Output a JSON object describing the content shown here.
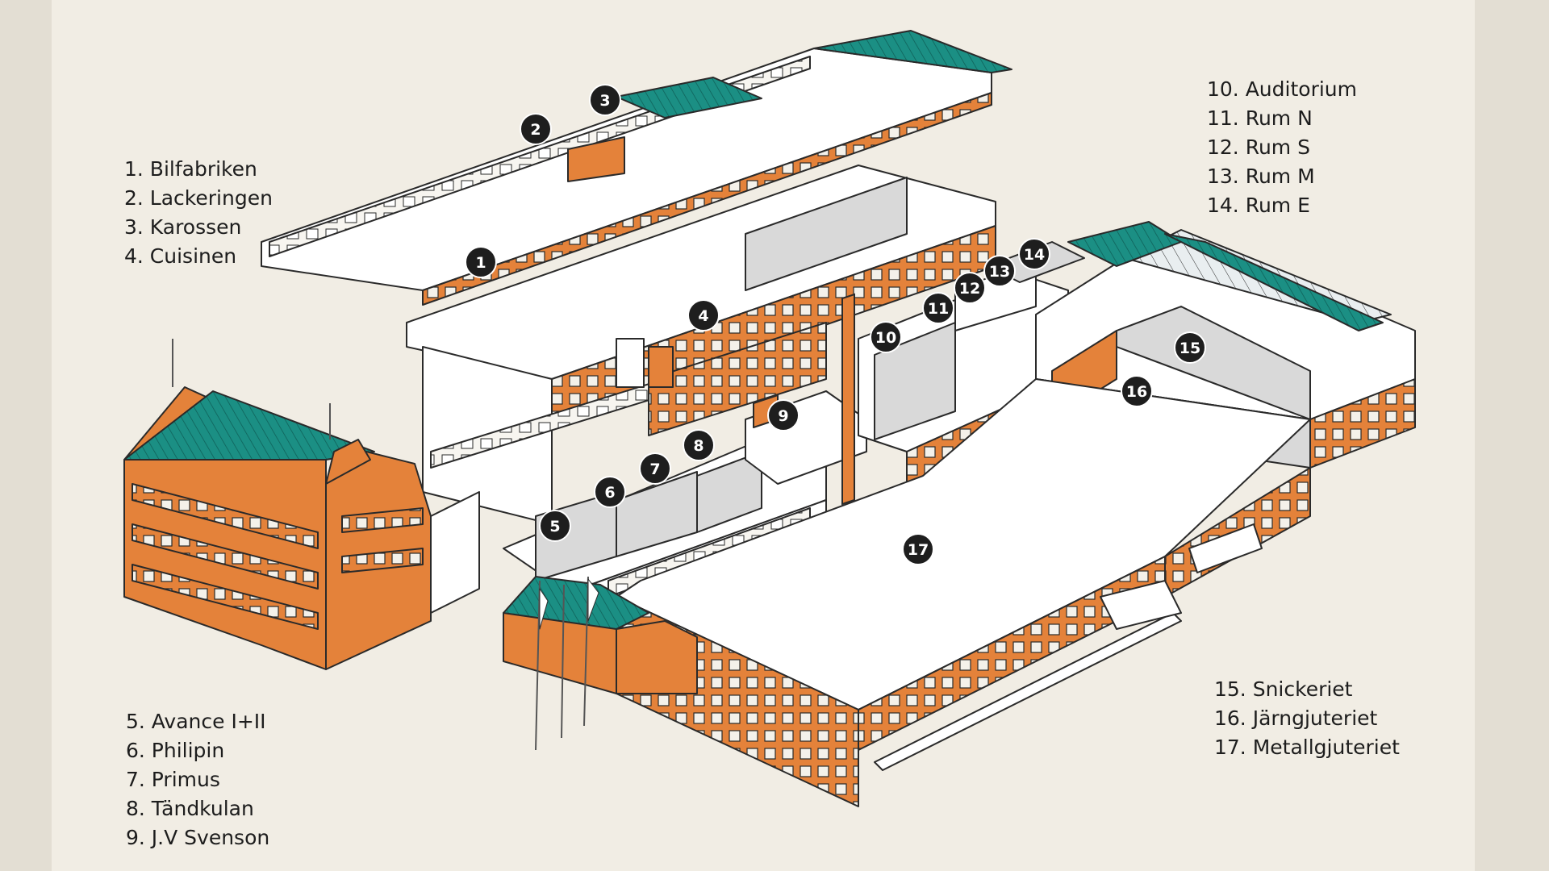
{
  "legend_top_left": [
    {
      "num": "1",
      "label": "1. Bilfabriken"
    },
    {
      "num": "2",
      "label": "2. Lackeringen"
    },
    {
      "num": "3",
      "label": "3. Karossen"
    },
    {
      "num": "4",
      "label": "4. Cuisinen"
    }
  ],
  "legend_top_right": [
    {
      "num": "10",
      "label": "10. Auditorium"
    },
    {
      "num": "11",
      "label": "11. Rum N"
    },
    {
      "num": "12",
      "label": "12. Rum S"
    },
    {
      "num": "13",
      "label": "13. Rum M"
    },
    {
      "num": "14",
      "label": "14. Rum E"
    }
  ],
  "legend_bottom_left": [
    {
      "num": "5",
      "label": "5. Avance I+II"
    },
    {
      "num": "6",
      "label": "6. Philipin"
    },
    {
      "num": "7",
      "label": "7. Primus"
    },
    {
      "num": "8",
      "label": "8. Tändkulan"
    },
    {
      "num": "9",
      "label": "9. J.V Svenson"
    }
  ],
  "legend_bottom_right": [
    {
      "num": "15",
      "label": "15. Snickeriet"
    },
    {
      "num": "16",
      "label": "16. Järngjuteriet"
    },
    {
      "num": "17",
      "label": "17. Metallgjuteriet"
    }
  ],
  "markers": [
    "1",
    "2",
    "3",
    "4",
    "5",
    "6",
    "7",
    "8",
    "9",
    "10",
    "11",
    "12",
    "13",
    "14",
    "15",
    "16",
    "17"
  ],
  "colors": {
    "background": "#f1ede4",
    "brick": "#e4823a",
    "roof_teal": "#1b8f84",
    "floor_grey": "#d9d9d9",
    "outline": "#2a2a2a",
    "marker": "#1e1e1e"
  }
}
